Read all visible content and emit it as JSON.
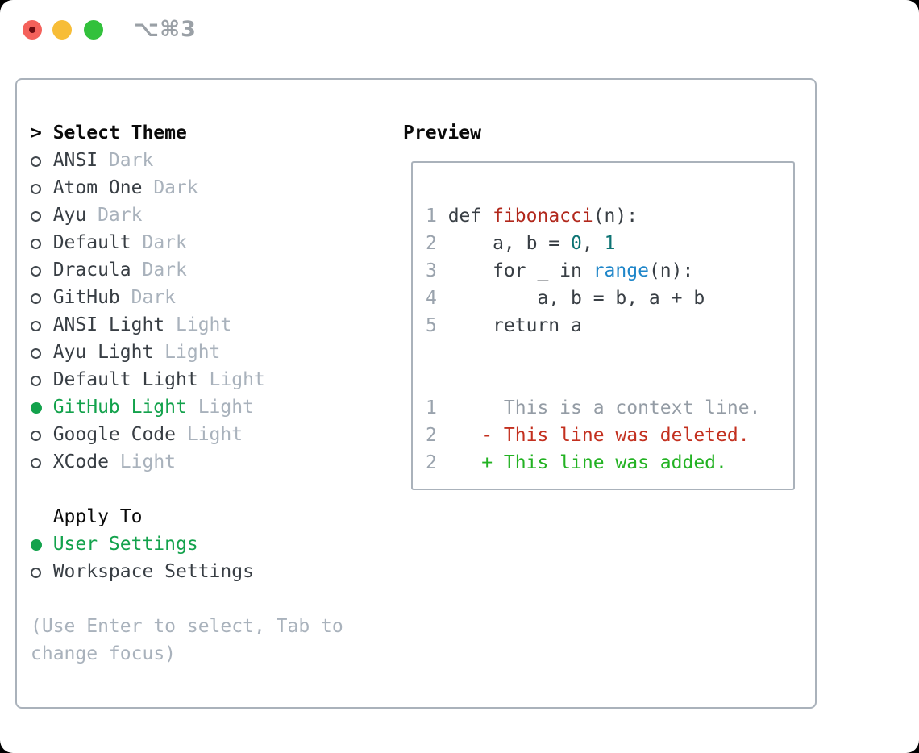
{
  "window": {
    "title": "⌥⌘3"
  },
  "theme_picker": {
    "heading_prefix": ">",
    "heading": "Select Theme",
    "items": [
      {
        "name": "ANSI",
        "variant": "Dark",
        "selected": false
      },
      {
        "name": "Atom One",
        "variant": "Dark",
        "selected": false
      },
      {
        "name": "Ayu",
        "variant": "Dark",
        "selected": false
      },
      {
        "name": "Default",
        "variant": "Dark",
        "selected": false
      },
      {
        "name": "Dracula",
        "variant": "Dark",
        "selected": false
      },
      {
        "name": "GitHub",
        "variant": "Dark",
        "selected": false
      },
      {
        "name": "ANSI Light",
        "variant": "Light",
        "selected": false
      },
      {
        "name": "Ayu Light",
        "variant": "Light",
        "selected": false
      },
      {
        "name": "Default Light",
        "variant": "Light",
        "selected": false
      },
      {
        "name": "GitHub Light",
        "variant": "Light",
        "selected": true
      },
      {
        "name": "Google Code",
        "variant": "Light",
        "selected": false
      },
      {
        "name": "XCode",
        "variant": "Light",
        "selected": false
      }
    ],
    "apply_to": {
      "heading": "Apply To",
      "options": [
        {
          "label": "User Settings",
          "selected": true
        },
        {
          "label": "Workspace Settings",
          "selected": false
        }
      ]
    },
    "hint_line1": "(Use Enter to select, Tab to",
    "hint_line2": "change focus)"
  },
  "preview": {
    "heading": "Preview",
    "code_lines": [
      {
        "num": "1",
        "tokens": [
          {
            "t": "def ",
            "c": "fg"
          },
          {
            "t": "fibonacci",
            "c": "red"
          },
          {
            "t": "(n):",
            "c": "fg"
          }
        ]
      },
      {
        "num": "2",
        "tokens": [
          {
            "t": "    a, b = ",
            "c": "fg"
          },
          {
            "t": "0",
            "c": "teal"
          },
          {
            "t": ", ",
            "c": "fg"
          },
          {
            "t": "1",
            "c": "teal"
          }
        ]
      },
      {
        "num": "3",
        "tokens": [
          {
            "t": "    for _ in ",
            "c": "fg"
          },
          {
            "t": "range",
            "c": "blue"
          },
          {
            "t": "(n):",
            "c": "fg"
          }
        ]
      },
      {
        "num": "4",
        "tokens": [
          {
            "t": "        a, b = b, a + b",
            "c": "fg"
          }
        ]
      },
      {
        "num": "5",
        "tokens": [
          {
            "t": "    return a",
            "c": "fg"
          }
        ]
      },
      {
        "num": "",
        "tokens": []
      },
      {
        "num": "",
        "tokens": []
      },
      {
        "num": "1",
        "tokens": [
          {
            "t": "     This is a context line.",
            "c": "ctx"
          }
        ]
      },
      {
        "num": "2",
        "tokens": [
          {
            "t": "   - This line was deleted.",
            "c": "del"
          }
        ]
      },
      {
        "num": "2",
        "tokens": [
          {
            "t": "   + This line was added.",
            "c": "add"
          }
        ]
      }
    ]
  },
  "colors": {
    "accent-green": "#13a24c",
    "added-green": "#23b223",
    "deleted-red": "#c3301f",
    "function-red": "#b1271b",
    "number-teal": "#0e7474",
    "builtin-blue": "#1f86c9",
    "text-dark": "#383e44",
    "muted-gray": "#a9b2bc",
    "linenum-gray": "#9aa3ad",
    "context-gray": "#949ca5",
    "border-gray": "#aab2bb",
    "titlebar-gray": "#9aa0a6",
    "traffic-red": "#f4615b",
    "traffic-yellow": "#f7bd37",
    "traffic-green": "#32c13c"
  }
}
